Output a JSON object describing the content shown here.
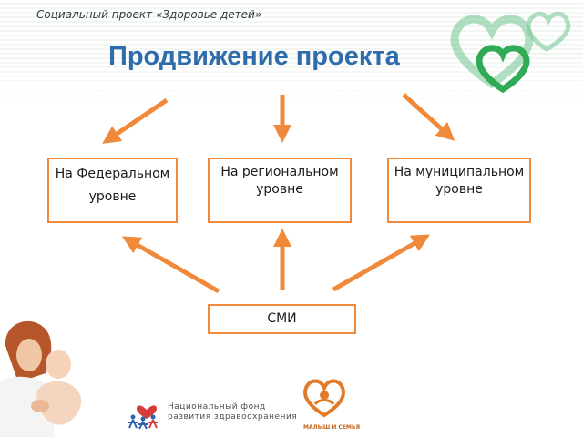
{
  "header": {
    "subtitle": "Социальный проект «Здоровье детей»",
    "title": "Продвижение проекта"
  },
  "diagram": {
    "nodes": [
      {
        "id": "federal",
        "label": "На Федеральном уровне"
      },
      {
        "id": "regional",
        "label": "На региональном уровне"
      },
      {
        "id": "municipal",
        "label": "На муниципальном уровне"
      },
      {
        "id": "media",
        "label": "СМИ"
      }
    ],
    "edges": [
      {
        "from": "title",
        "to": "federal"
      },
      {
        "from": "title",
        "to": "regional"
      },
      {
        "from": "title",
        "to": "municipal"
      },
      {
        "from": "media",
        "to": "federal"
      },
      {
        "from": "media",
        "to": "regional"
      },
      {
        "from": "media",
        "to": "municipal"
      }
    ]
  },
  "footer": {
    "fund_line1": "Национальный фонд",
    "fund_line2": "развития здравоохранения",
    "family_logo_text": "МАЛЫШ И СЕМЬЯ"
  },
  "colors": {
    "title": "#2e6cab",
    "arrow": "#f0893a",
    "box_border": "#f0893a",
    "logo_green": "#2faa55"
  },
  "icons": [
    "hearts-logo-icon",
    "fund-logo-icon",
    "family-logo-icon",
    "mother-child-photo"
  ]
}
